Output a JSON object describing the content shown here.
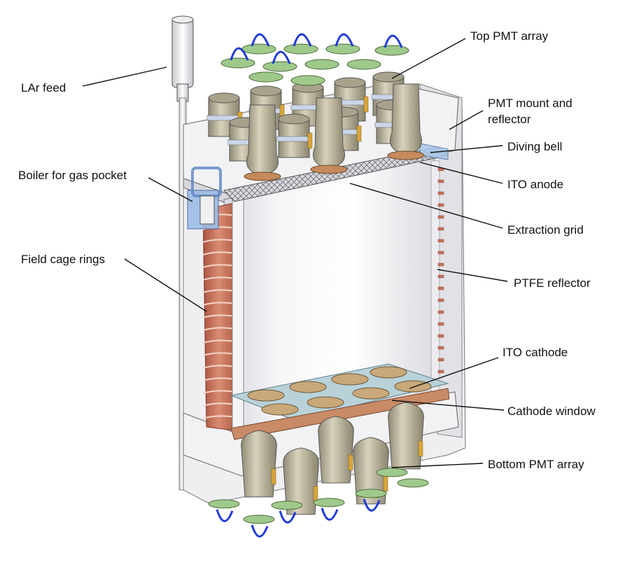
{
  "labels": {
    "lar_feed": "LAr feed",
    "top_pmt_array": "Top PMT array",
    "pmt_mount_line1": "PMT mount and",
    "pmt_mount_line2": "reflector",
    "diving_bell": "Diving bell",
    "boiler": "Boiler for gas pocket",
    "ito_anode": "ITO anode",
    "extraction_grid": "Extraction grid",
    "field_cage_rings": "Field cage rings",
    "ptfe_reflector": "PTFE reflector",
    "ito_cathode": "ITO cathode",
    "cathode_window": "Cathode window",
    "bottom_pmt_array": "Bottom PMT array"
  },
  "colors": {
    "ptfe": "#e8e8ec",
    "copper": "#c8705a",
    "pmt_metal": "#b9b29a",
    "pcb_green": "#9fc98a",
    "cable_blue": "#1f3bd6",
    "spring_orange": "#d9a63a",
    "glass_blue": "#7fa6d8"
  }
}
